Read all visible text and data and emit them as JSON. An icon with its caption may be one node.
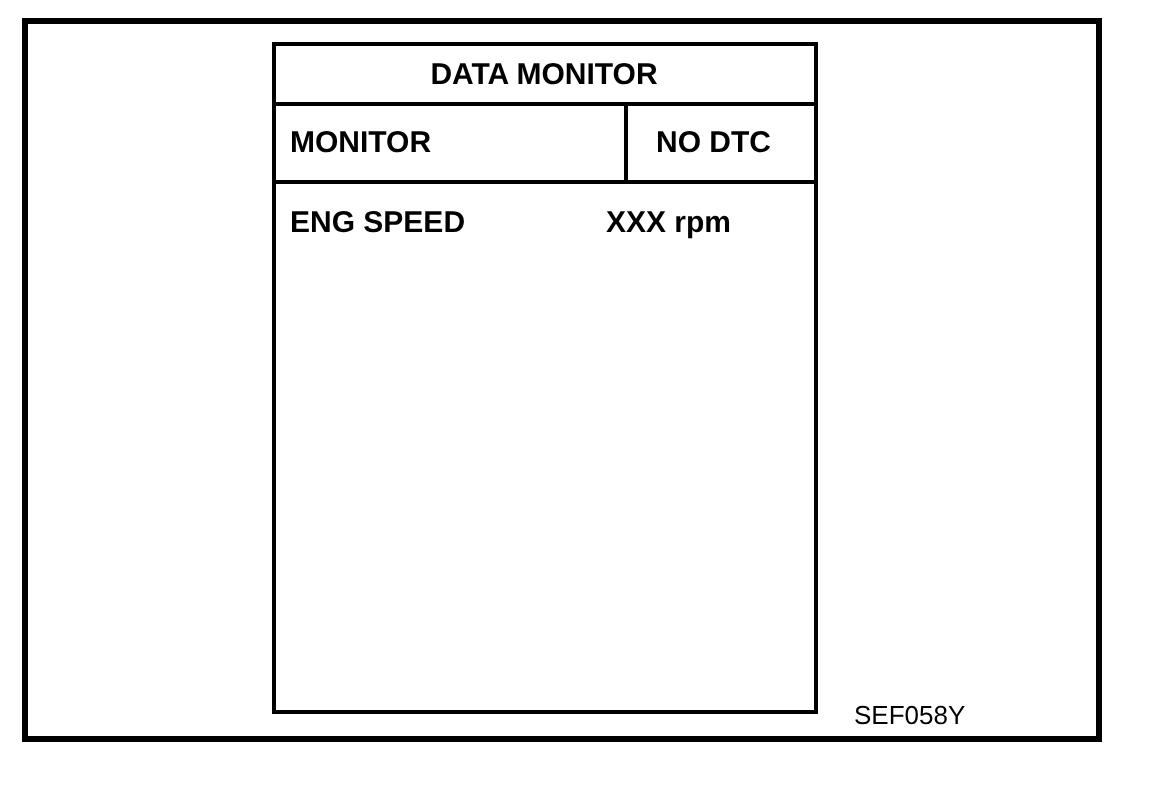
{
  "diagram": {
    "labels": [
      "DATA MONITOR",
      "MONITOR",
      "NO DTC",
      "ENG SPEED",
      "XXX rpm",
      "SEF058Y"
    ]
  }
}
